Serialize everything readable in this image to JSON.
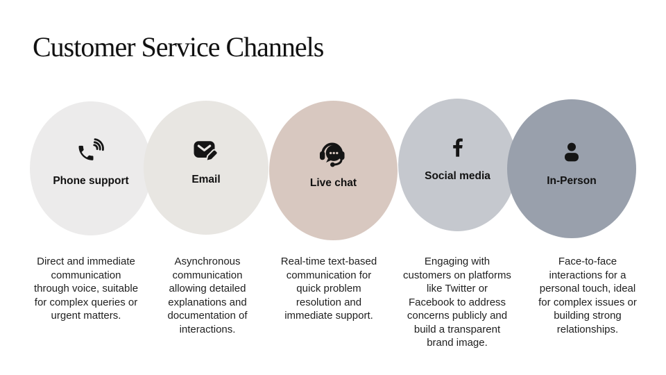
{
  "slide": {
    "title": "Customer Service Channels"
  },
  "channels": [
    {
      "label": "Phone support",
      "icon": "phone-volume-icon",
      "circle_color": "#ECEBEB",
      "description": "Direct and immediate\ncommunication\nthrough voice, suitable\nfor complex queries or\nurgent matters."
    },
    {
      "label": "Email",
      "icon": "mail-edit-icon",
      "circle_color": "#E8E6E2",
      "description": "Asynchronous\ncommunication\nallowing detailed\nexplanations and\ndocumentation of\ninteractions."
    },
    {
      "label": "Live chat",
      "icon": "headset-chat-icon",
      "circle_color": "#D8C8C0",
      "description": "Real-time text-based\ncommunication for\nquick problem\nresolution and\nimmediate support."
    },
    {
      "label": "Social media",
      "icon": "facebook-icon",
      "circle_color": "#C5C8CE",
      "description": "Engaging with\ncustomers on platforms\nlike Twitter or\nFacebook to address\nconcerns publicly and\nbuild a transparent\nbrand image."
    },
    {
      "label": "In-Person",
      "icon": "person-icon",
      "circle_color": "#99A0AC",
      "description": "Face-to-face\ninteractions for a\npersonal touch, ideal\nfor complex issues or\nbuilding strong\nrelationships."
    }
  ],
  "colors": {
    "background": "#ffffff",
    "title": "#111111",
    "label": "#111111",
    "description": "#202020",
    "icon": "#151515"
  }
}
